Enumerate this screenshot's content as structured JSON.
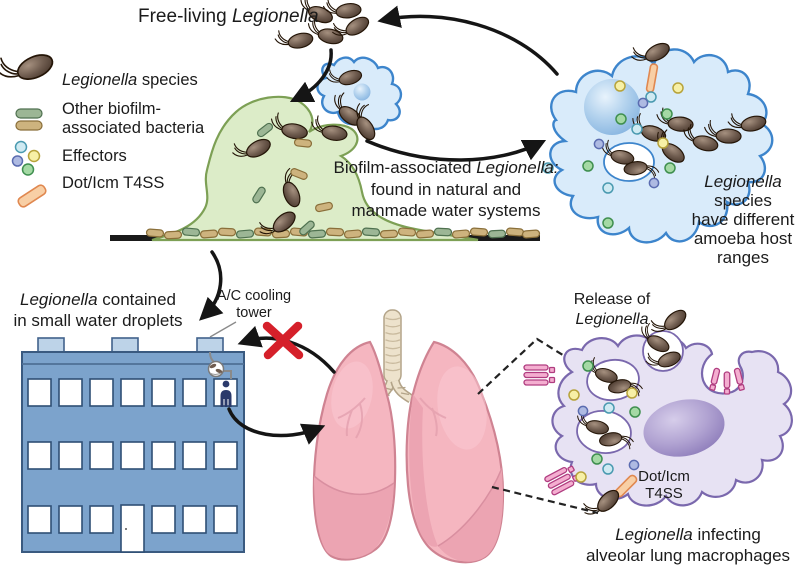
{
  "palette": {
    "bacterium_brown": "#6f5c4f",
    "biofilm_green": "#dcecc8",
    "amoeba_blue_fill": "#d9ebfa",
    "amoeba_blue_outline": "#3d85cc",
    "macrophage_lavender": "#e7e2f3",
    "macrophage_outline": "#7a68ad",
    "lung_pink": "#f5b6c0",
    "building_blue": "#7ca3cc",
    "t4ss_orange": "#f8cfa5",
    "receptor_pink": "#f4aed0",
    "x_red": "#d5202a"
  },
  "legend": {
    "items": [
      {
        "icon": "legionella-bacterium-icon",
        "text_italic": "Legionella",
        "text_rest": " species"
      },
      {
        "icon": "biofilm-bacteria-pills-icon",
        "line1": "Other biofilm-",
        "line2": "associated bacteria"
      },
      {
        "icon": "effectors-icon",
        "text": "Effectors"
      },
      {
        "icon": "t4ss-rod-icon",
        "text": "Dot/Icm T4SS"
      }
    ]
  },
  "labels": {
    "free_living": {
      "pre": "Free-living ",
      "italic": "Legionella"
    },
    "biofilm": {
      "line1_pre": "Biofilm-associated ",
      "line1_italic": "Legionella:",
      "line2": "found in natural and",
      "line3": "manmade water systems"
    },
    "amoeba_host": {
      "line1": "Legionella",
      "line2": "species",
      "line3": "have different",
      "line4": "amoeba host",
      "line5": "ranges"
    },
    "building": {
      "line1_italic": "Legionella",
      "line1_rest": " contained",
      "line2": "in small water droplets"
    },
    "cooling_tower": {
      "line1": "A/C cooling",
      "line2": "tower"
    },
    "release": {
      "line1": "Release of",
      "line2_italic": "Legionella"
    },
    "t4ss_callout": {
      "line1": "Dot/Icm",
      "line2": "T4SS"
    },
    "macrophage_caption": {
      "line1_italic": "Legionella",
      "line1_rest": " infecting",
      "line2": "alveolar lung macrophages"
    }
  }
}
